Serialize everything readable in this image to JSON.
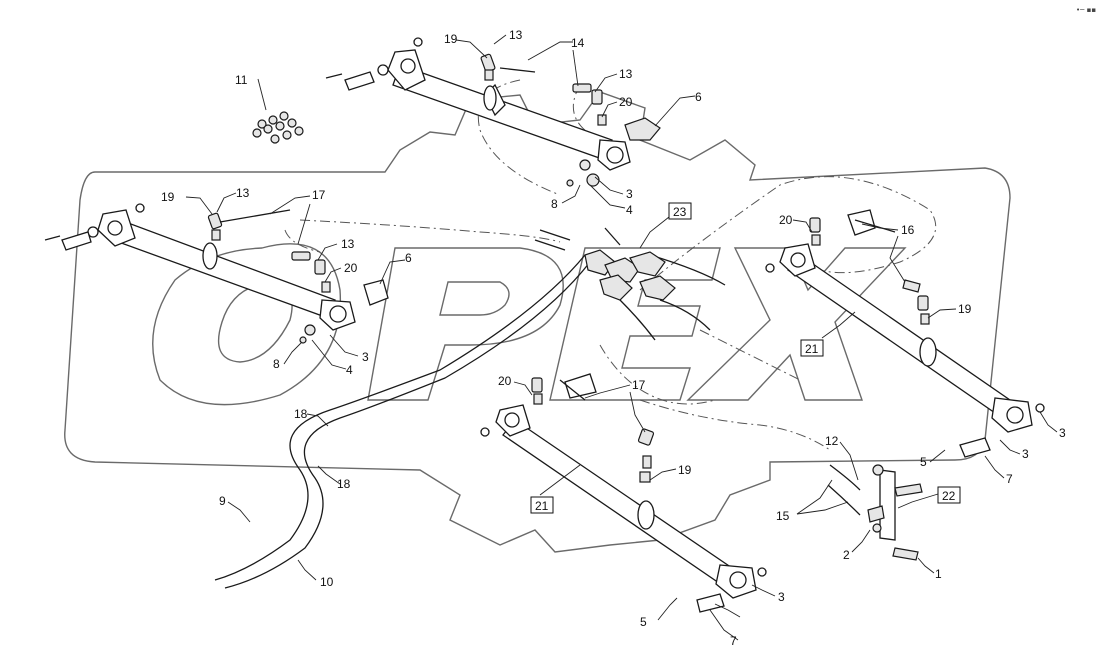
{
  "watermark": {
    "text": "OPEX"
  },
  "corner_mark": "•─ ▪▪",
  "callouts": [
    {
      "text": "19"
    },
    {
      "text": "13"
    },
    {
      "text": "14"
    },
    {
      "text": "13"
    },
    {
      "text": "20"
    },
    {
      "text": "6"
    },
    {
      "text": "11"
    },
    {
      "text": "8"
    },
    {
      "text": "3"
    },
    {
      "text": "4"
    },
    {
      "text": "19"
    },
    {
      "text": "13"
    },
    {
      "text": "17"
    },
    {
      "text": "13"
    },
    {
      "text": "20"
    },
    {
      "text": "6"
    },
    {
      "text": "8"
    },
    {
      "text": "3"
    },
    {
      "text": "4"
    },
    {
      "text": "20"
    },
    {
      "text": "16"
    },
    {
      "text": "19"
    },
    {
      "text": "3"
    },
    {
      "text": "3"
    },
    {
      "text": "7"
    },
    {
      "text": "5"
    },
    {
      "text": "20"
    },
    {
      "text": "17"
    },
    {
      "text": "19"
    },
    {
      "text": "3"
    },
    {
      "text": "7"
    },
    {
      "text": "5"
    },
    {
      "text": "18"
    },
    {
      "text": "18"
    },
    {
      "text": "9"
    },
    {
      "text": "10"
    },
    {
      "text": "12"
    },
    {
      "text": "15"
    },
    {
      "text": "2"
    },
    {
      "text": "1"
    }
  ],
  "boxed_callouts": [
    {
      "text": "23"
    },
    {
      "text": "21"
    },
    {
      "text": "21"
    },
    {
      "text": "22"
    }
  ]
}
